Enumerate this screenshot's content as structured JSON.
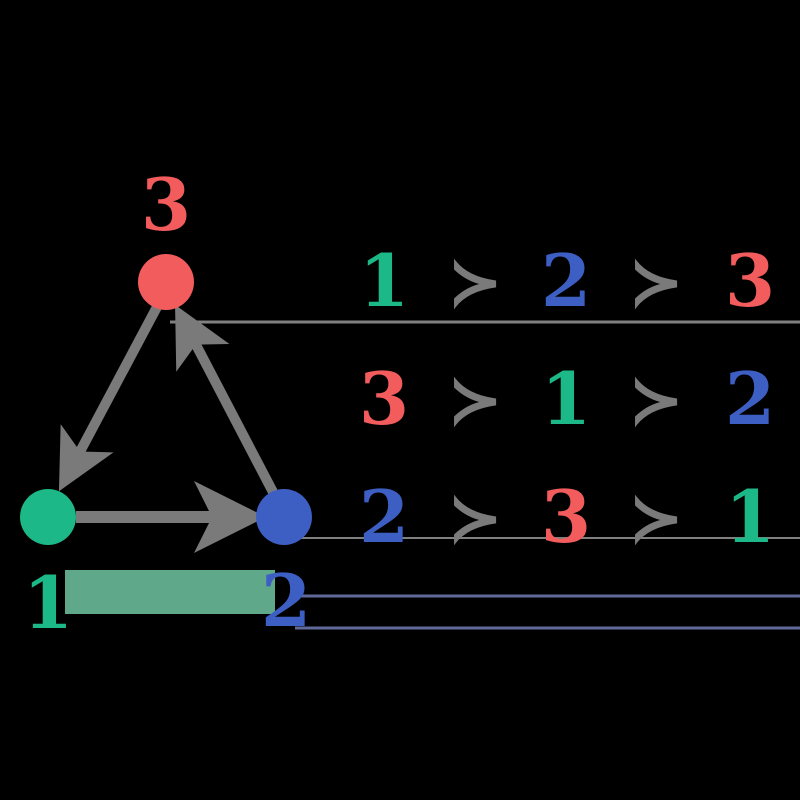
{
  "colors": {
    "node1": "#1db887",
    "node2": "#3d5fc4",
    "node3": "#f25c5c",
    "edge": "#7a7a7a",
    "highlight": "#5fa889",
    "rule_line": "#5f6a9a"
  },
  "graph": {
    "node_labels": {
      "n1": "1",
      "n2": "2",
      "n3": "3"
    }
  },
  "preferences": [
    {
      "first": "1",
      "second": "2",
      "third": "3"
    },
    {
      "first": "3",
      "second": "1",
      "third": "2"
    },
    {
      "first": "2",
      "second": "3",
      "third": "1"
    }
  ],
  "relation_symbol": "≻"
}
